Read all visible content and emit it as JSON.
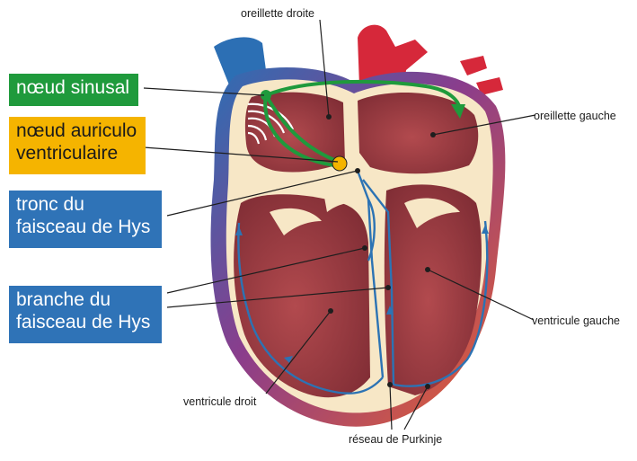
{
  "colors": {
    "green": "#1f9a3c",
    "yellow": "#f5b400",
    "blue": "#2f73b7",
    "myocardium": "#a9474d",
    "myocardium_dark": "#7f2f36",
    "tissue": "#f7e7c6",
    "vein_blue": "#2c6fb4",
    "artery_red": "#d6283a",
    "pathway": "#2c73b4",
    "line": "#1e1e1e"
  },
  "boxes": {
    "sinus": "nœud sinusal",
    "av": "nœud auriculo\nventriculaire",
    "hys_trunk": "tronc du\nfaisceau de Hys",
    "hys_branch": "branche du\nfaisceau de Hys"
  },
  "labels": {
    "right_atrium": "oreillette droite",
    "left_atrium": "oreillette gauche",
    "left_ventricle": "ventricule gauche",
    "right_ventricle": "ventricule droit",
    "purkinje": "réseau de Purkinje"
  }
}
